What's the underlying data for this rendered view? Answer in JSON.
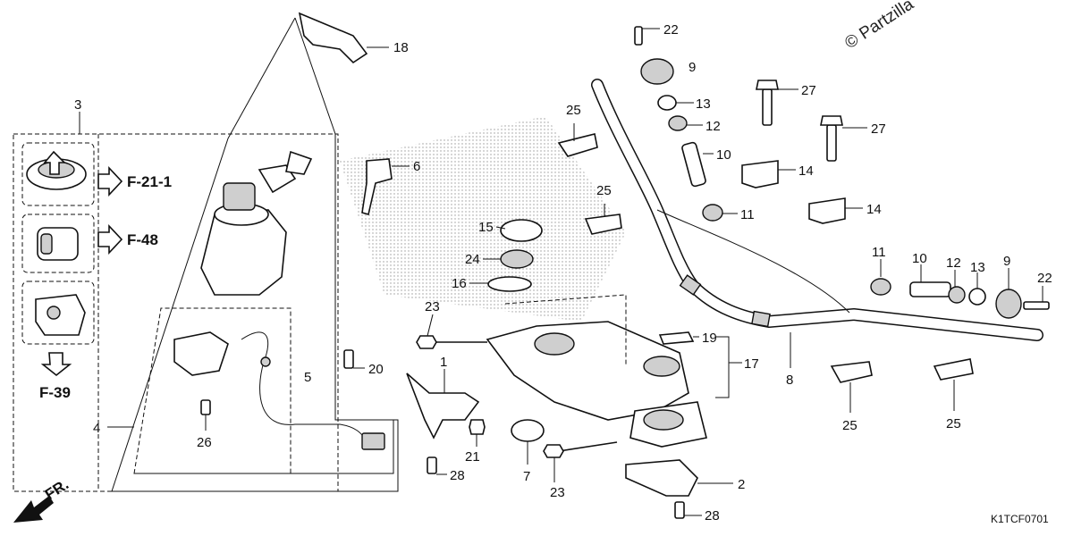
{
  "watermark": "© Partzilla",
  "diagram_code": "K1TCF0701",
  "front_label": "FR.",
  "references": {
    "ref_a": "F-21-1",
    "ref_b": "F-48",
    "ref_c": "F-39"
  },
  "callouts": [
    "1",
    "2",
    "3",
    "4",
    "5",
    "6",
    "7",
    "8",
    "9",
    "10",
    "11",
    "12",
    "13",
    "14",
    "15",
    "16",
    "17",
    "18",
    "19",
    "20",
    "21",
    "22",
    "23",
    "24",
    "25",
    "26",
    "27",
    "28"
  ],
  "icons": {
    "front_arrow": "fr-arrow-icon",
    "ref_arrow": "ref-arrow-icon"
  }
}
